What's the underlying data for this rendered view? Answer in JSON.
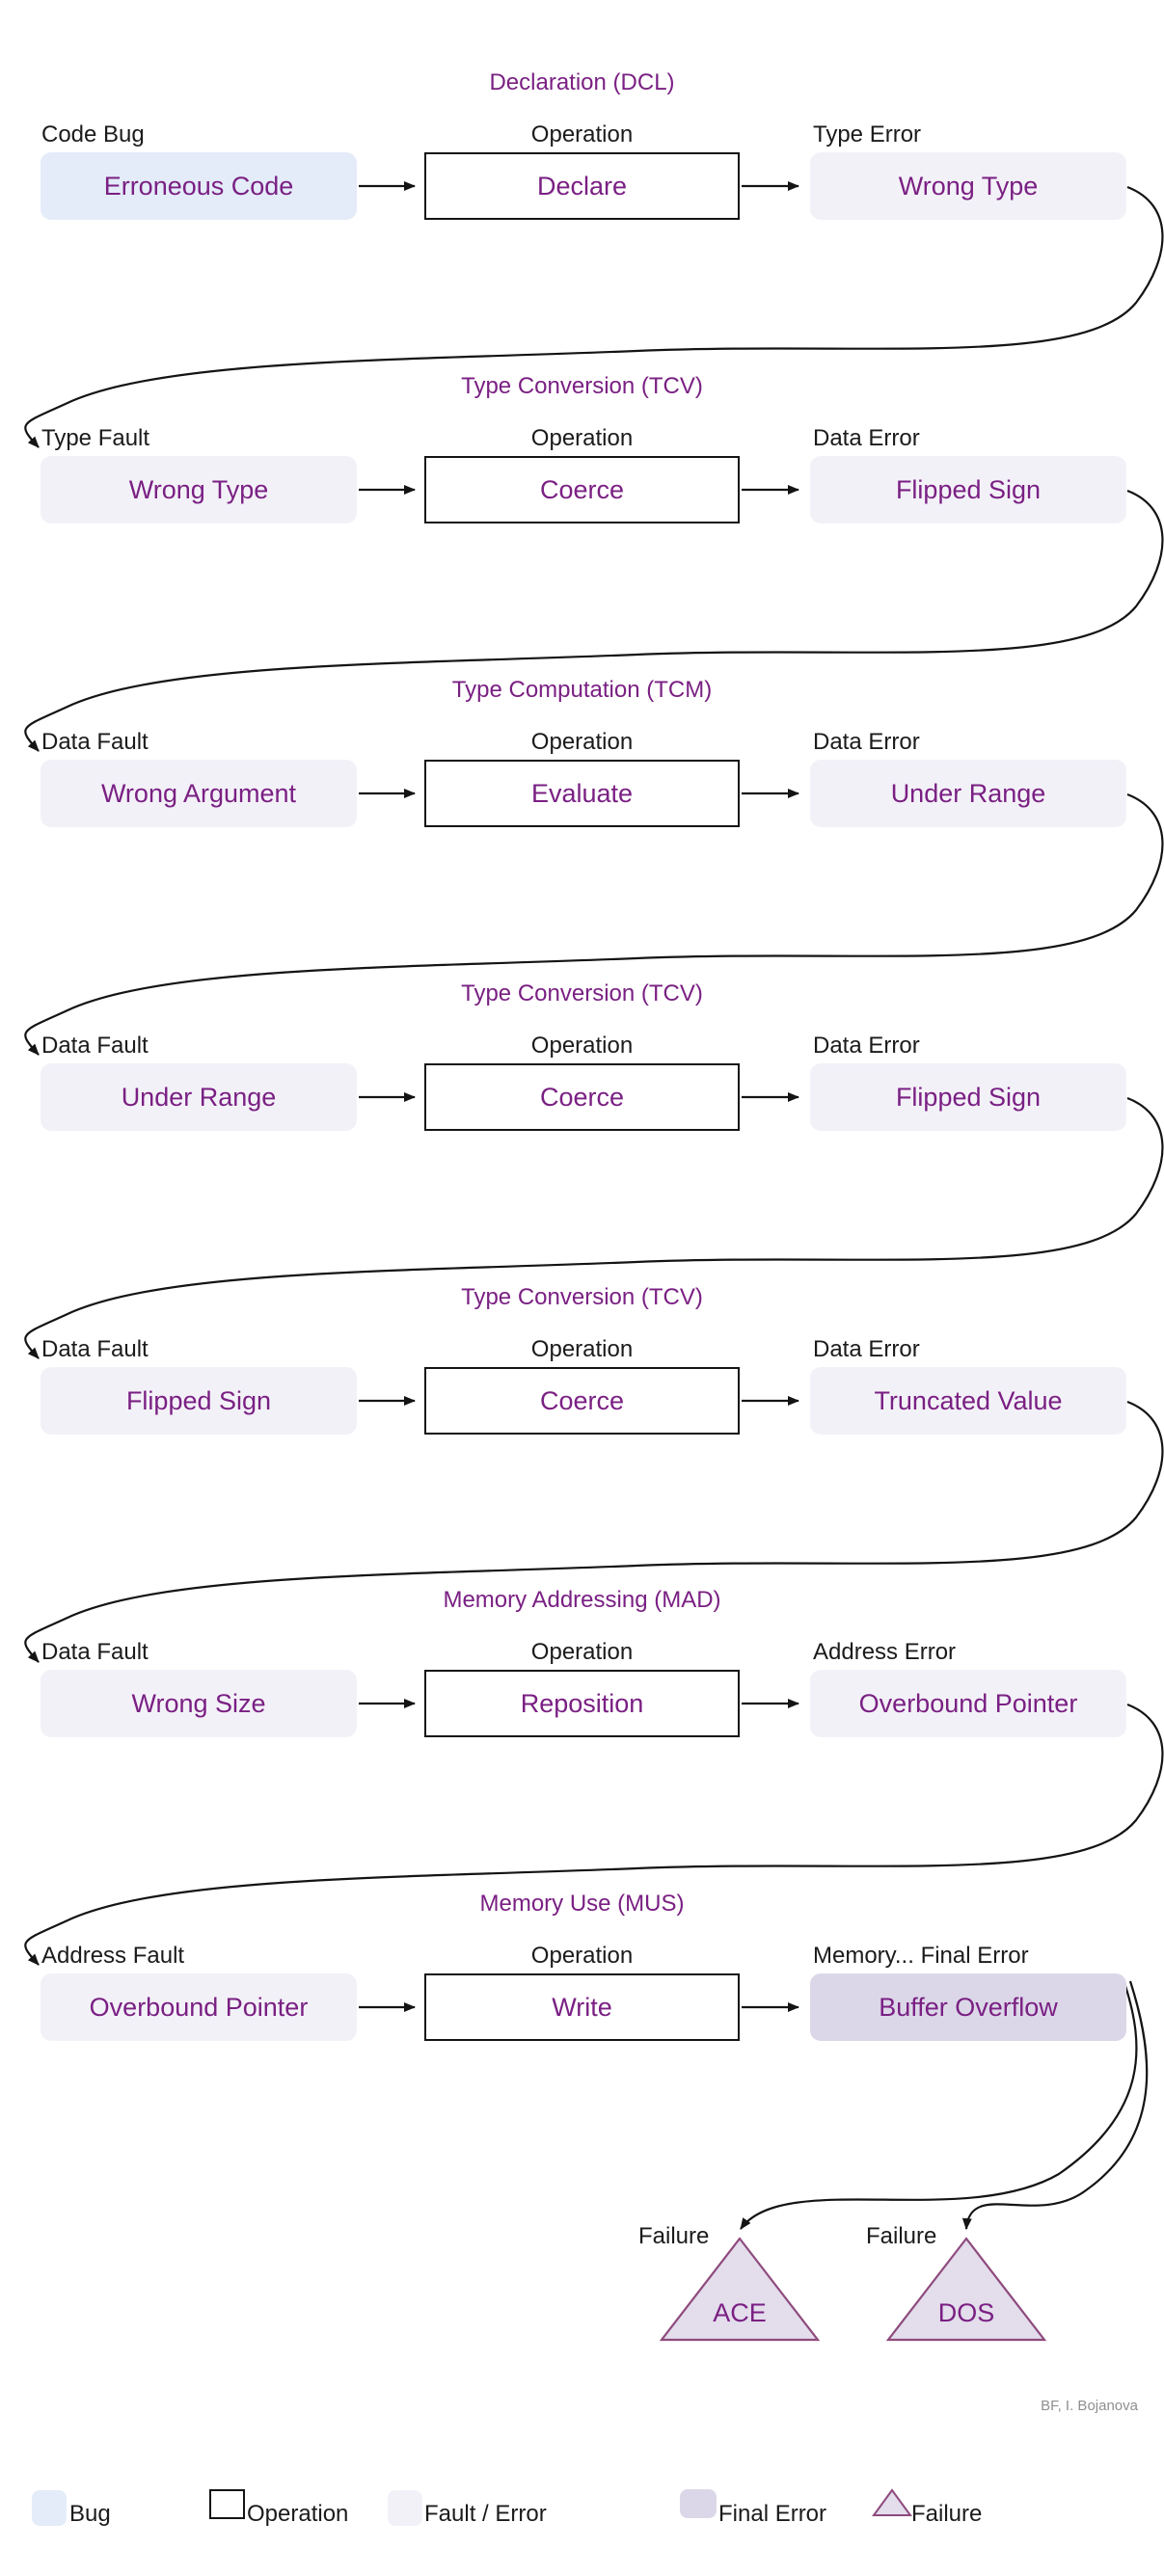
{
  "rows": [
    {
      "title": "Declaration (DCL)",
      "left_label": "Code Bug",
      "left_box": "Erroneous Code",
      "op_label": "Operation",
      "op_box": "Declare",
      "right_label": "Type Error",
      "right_box": "Wrong Type"
    },
    {
      "title": "Type Conversion (TCV)",
      "left_label": "Type Fault",
      "left_box": "Wrong Type",
      "op_label": "Operation",
      "op_box": "Coerce",
      "right_label": "Data Error",
      "right_box": "Flipped Sign"
    },
    {
      "title": "Type Computation (TCM)",
      "left_label": "Data Fault",
      "left_box": "Wrong Argument",
      "op_label": "Operation",
      "op_box": "Evaluate",
      "right_label": "Data Error",
      "right_box": "Under Range"
    },
    {
      "title": "Type Conversion (TCV)",
      "left_label": "Data Fault",
      "left_box": "Under Range",
      "op_label": "Operation",
      "op_box": "Coerce",
      "right_label": "Data Error",
      "right_box": "Flipped Sign"
    },
    {
      "title": "Type Conversion (TCV)",
      "left_label": "Data Fault",
      "left_box": "Flipped Sign",
      "op_label": "Operation",
      "op_box": "Coerce",
      "right_label": "Data Error",
      "right_box": "Truncated Value"
    },
    {
      "title": "Memory Addressing (MAD)",
      "left_label": "Data Fault",
      "left_box": "Wrong Size",
      "op_label": "Operation",
      "op_box": "Reposition",
      "right_label": "Address Error",
      "right_box": "Overbound Pointer"
    },
    {
      "title": "Memory Use (MUS)",
      "left_label": "Address Fault",
      "left_box": "Overbound Pointer",
      "op_label": "Operation",
      "op_box": "Write",
      "right_label": "Memory... Final Error",
      "right_box": "Buffer Overflow"
    }
  ],
  "failures": [
    {
      "label": "Failure",
      "name": "ACE"
    },
    {
      "label": "Failure",
      "name": "DOS"
    }
  ],
  "legend": {
    "items": [
      {
        "label": "Bug",
        "type": "bug"
      },
      {
        "label": "Operation",
        "type": "operation"
      },
      {
        "label": "Fault / Error",
        "type": "fault-error"
      },
      {
        "label": "Final Error",
        "type": "final-error"
      },
      {
        "label": "Failure",
        "type": "failure"
      }
    ]
  },
  "footer": {
    "credit": "BF, I. Bojanova"
  },
  "colors": {
    "bug": "#e4ecf9",
    "fault_error": "#f3f1f8",
    "final_error": "#dcd7e8",
    "failure_fill": "#e3ddec",
    "failure_border": "#8e4a7d",
    "accent_purple": "#7a2083",
    "line": "#141414"
  }
}
